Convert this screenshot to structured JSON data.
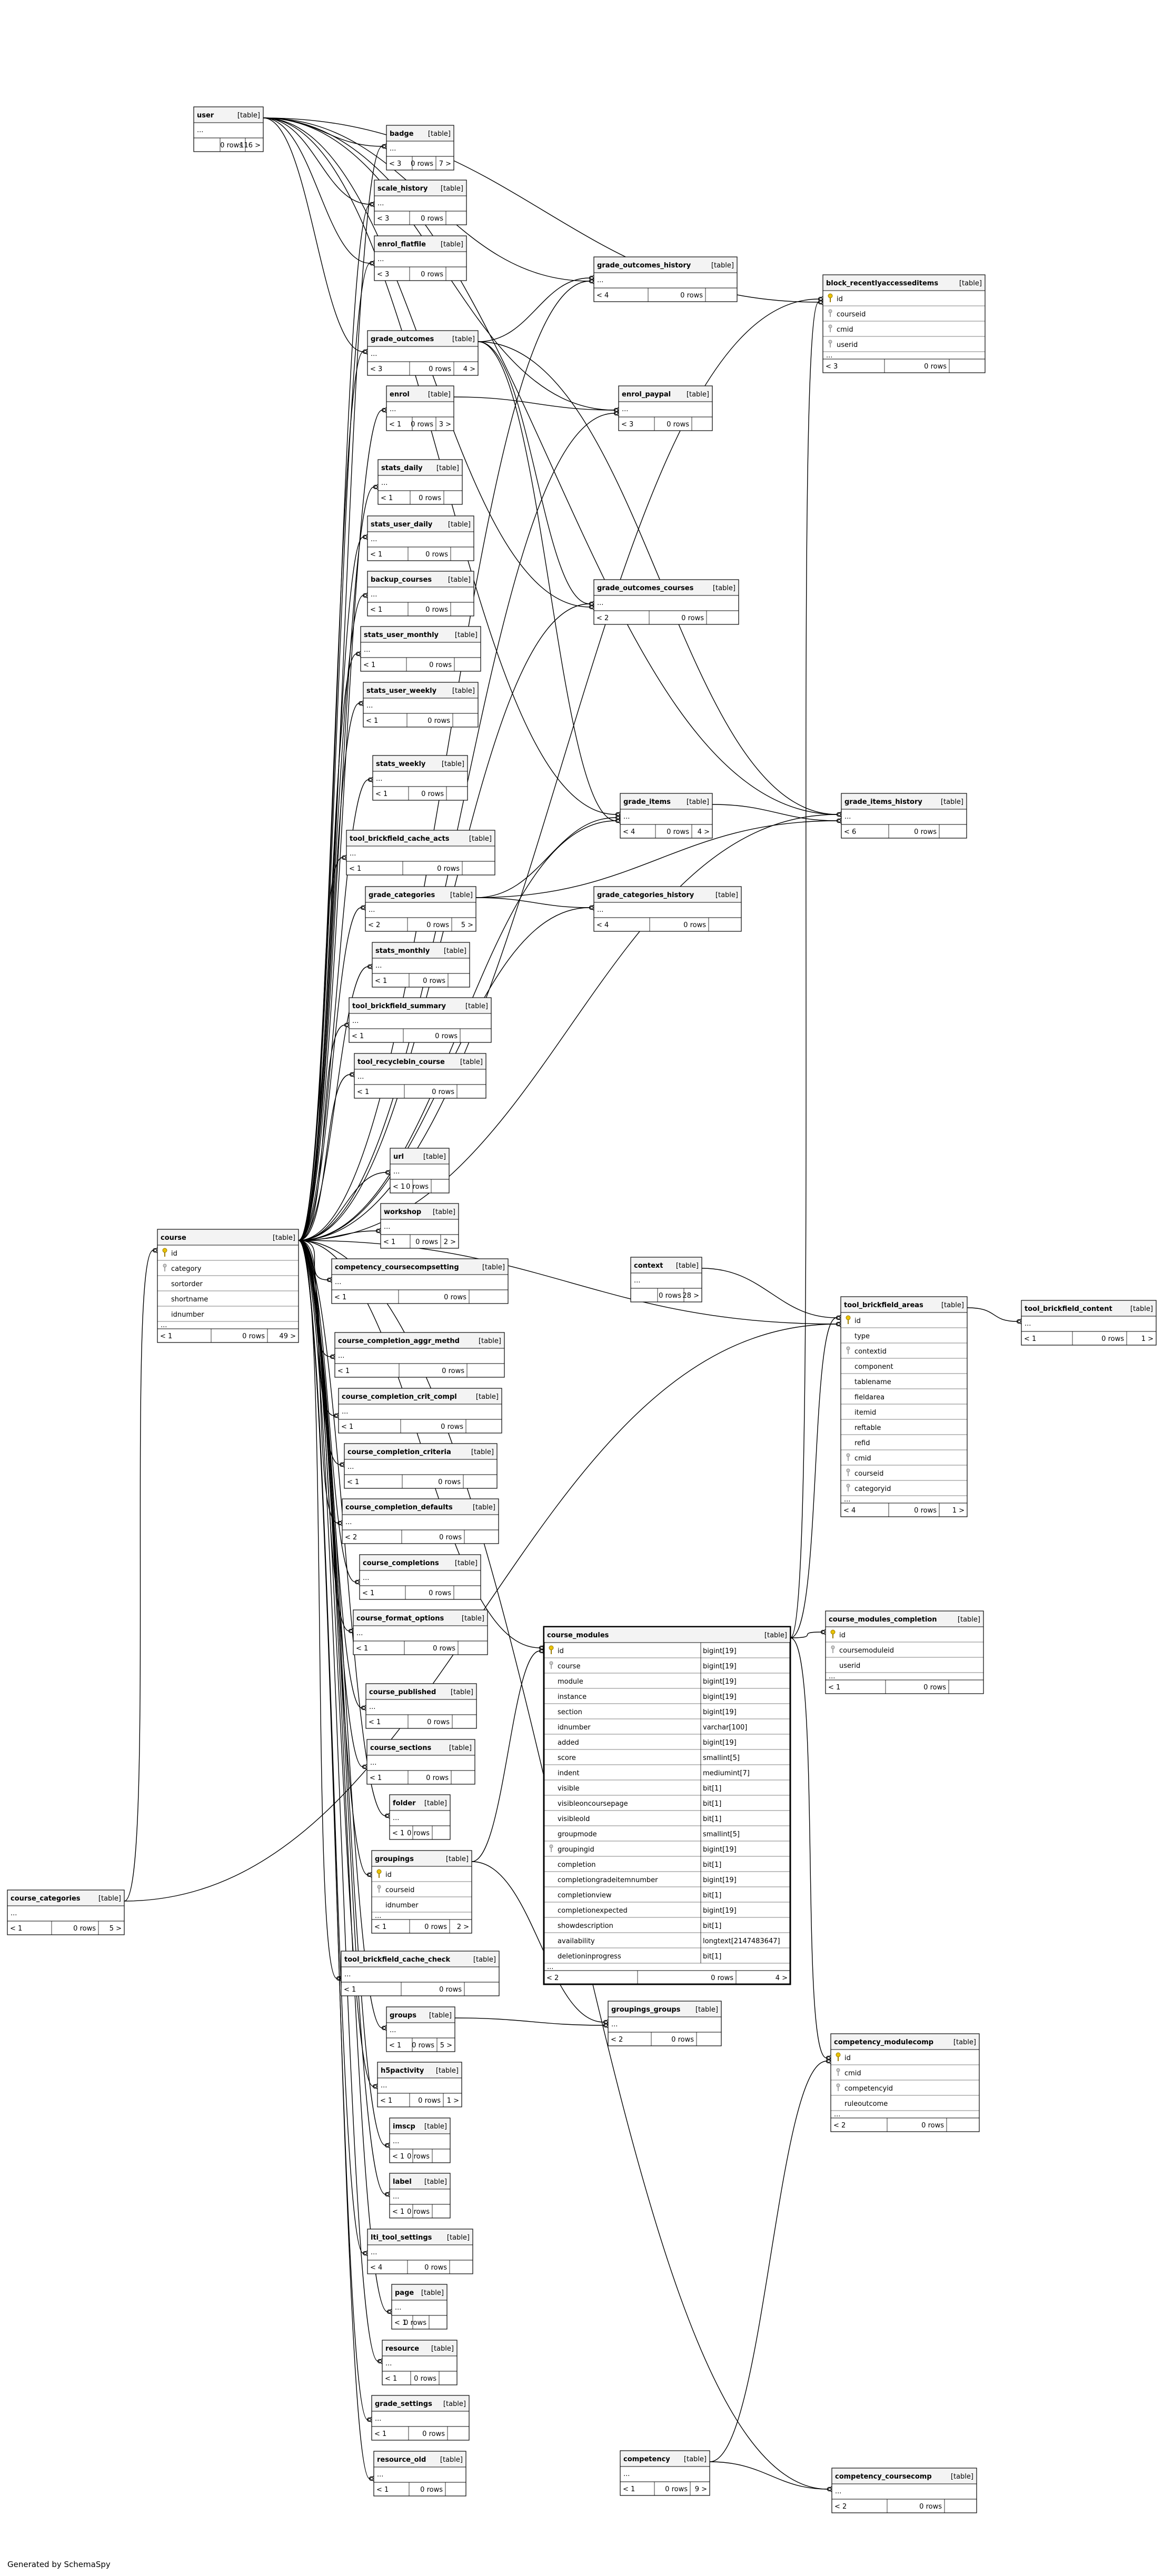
{
  "footer": "Generated by SchemaSpy",
  "tables": [
    {
      "id": "user",
      "name": "user",
      "type": "[table]",
      "stats": {
        "left": "",
        "rows": "0 rows",
        "right": "116 >"
      }
    },
    {
      "id": "badge",
      "name": "badge",
      "type": "[table]",
      "stats": {
        "left": "< 3",
        "rows": "0 rows",
        "right": "7 >"
      }
    },
    {
      "id": "scale_history",
      "name": "scale_history",
      "type": "[table]",
      "stats": {
        "left": "< 3",
        "rows": "0 rows",
        "right": ""
      }
    },
    {
      "id": "enrol_flatfile",
      "name": "enrol_flatfile",
      "type": "[table]",
      "stats": {
        "left": "< 3",
        "rows": "0 rows",
        "right": ""
      }
    },
    {
      "id": "grade_outcomes",
      "name": "grade_outcomes",
      "type": "[table]",
      "stats": {
        "left": "< 3",
        "rows": "0 rows",
        "right": "4 >"
      }
    },
    {
      "id": "enrol",
      "name": "enrol",
      "type": "[table]",
      "stats": {
        "left": "< 1",
        "rows": "0 rows",
        "right": "3 >"
      }
    },
    {
      "id": "stats_daily",
      "name": "stats_daily",
      "type": "[table]",
      "stats": {
        "left": "< 1",
        "rows": "0 rows",
        "right": ""
      }
    },
    {
      "id": "stats_user_daily",
      "name": "stats_user_daily",
      "type": "[table]",
      "stats": {
        "left": "< 1",
        "rows": "0 rows",
        "right": ""
      }
    },
    {
      "id": "backup_courses",
      "name": "backup_courses",
      "type": "[table]",
      "stats": {
        "left": "< 1",
        "rows": "0 rows",
        "right": ""
      }
    },
    {
      "id": "stats_user_monthly",
      "name": "stats_user_monthly",
      "type": "[table]",
      "stats": {
        "left": "< 1",
        "rows": "0 rows",
        "right": ""
      }
    },
    {
      "id": "stats_user_weekly",
      "name": "stats_user_weekly",
      "type": "[table]",
      "stats": {
        "left": "< 1",
        "rows": "0 rows",
        "right": ""
      }
    },
    {
      "id": "stats_weekly",
      "name": "stats_weekly",
      "type": "[table]",
      "stats": {
        "left": "< 1",
        "rows": "0 rows",
        "right": ""
      }
    },
    {
      "id": "tool_brickfield_cache_acts",
      "name": "tool_brickfield_cache_acts",
      "type": "[table]",
      "stats": {
        "left": "< 1",
        "rows": "0 rows",
        "right": ""
      }
    },
    {
      "id": "grade_categories",
      "name": "grade_categories",
      "type": "[table]",
      "stats": {
        "left": "< 2",
        "rows": "0 rows",
        "right": "5 >"
      }
    },
    {
      "id": "stats_monthly",
      "name": "stats_monthly",
      "type": "[table]",
      "stats": {
        "left": "< 1",
        "rows": "0 rows",
        "right": ""
      }
    },
    {
      "id": "tool_brickfield_summary",
      "name": "tool_brickfield_summary",
      "type": "[table]",
      "stats": {
        "left": "< 1",
        "rows": "0 rows",
        "right": ""
      }
    },
    {
      "id": "tool_recyclebin_course",
      "name": "tool_recyclebin_course",
      "type": "[table]",
      "stats": {
        "left": "< 1",
        "rows": "0 rows",
        "right": ""
      }
    },
    {
      "id": "url",
      "name": "url",
      "type": "[table]",
      "stats": {
        "left": "< 1",
        "rows": "0 rows",
        "right": ""
      }
    },
    {
      "id": "workshop",
      "name": "workshop",
      "type": "[table]",
      "stats": {
        "left": "< 1",
        "rows": "0 rows",
        "right": "2 >"
      }
    },
    {
      "id": "competency_coursecompsetting",
      "name": "competency_coursecompsetting",
      "type": "[table]",
      "stats": {
        "left": "< 1",
        "rows": "0 rows",
        "right": ""
      }
    },
    {
      "id": "course_completion_aggr_methd",
      "name": "course_completion_aggr_methd",
      "type": "[table]",
      "stats": {
        "left": "< 1",
        "rows": "0 rows",
        "right": ""
      }
    },
    {
      "id": "course_completion_crit_compl",
      "name": "course_completion_crit_compl",
      "type": "[table]",
      "stats": {
        "left": "< 1",
        "rows": "0 rows",
        "right": ""
      }
    },
    {
      "id": "course_completion_criteria",
      "name": "course_completion_criteria",
      "type": "[table]",
      "stats": {
        "left": "< 1",
        "rows": "0 rows",
        "right": ""
      }
    },
    {
      "id": "course_completion_defaults",
      "name": "course_completion_defaults",
      "type": "[table]",
      "stats": {
        "left": "< 2",
        "rows": "0 rows",
        "right": ""
      }
    },
    {
      "id": "course_completions",
      "name": "course_completions",
      "type": "[table]",
      "stats": {
        "left": "< 1",
        "rows": "0 rows",
        "right": ""
      }
    },
    {
      "id": "course_format_options",
      "name": "course_format_options",
      "type": "[table]",
      "stats": {
        "left": "< 1",
        "rows": "0 rows",
        "right": ""
      }
    },
    {
      "id": "course_published",
      "name": "course_published",
      "type": "[table]",
      "stats": {
        "left": "< 1",
        "rows": "0 rows",
        "right": ""
      }
    },
    {
      "id": "course_sections",
      "name": "course_sections",
      "type": "[table]",
      "stats": {
        "left": "< 1",
        "rows": "0 rows",
        "right": ""
      }
    },
    {
      "id": "folder",
      "name": "folder",
      "type": "[table]",
      "stats": {
        "left": "< 1",
        "rows": "0 rows",
        "right": ""
      }
    },
    {
      "id": "groupings",
      "name": "groupings",
      "type": "[table]",
      "columns": [
        {
          "name": "id",
          "key": "pk"
        },
        {
          "name": "courseid",
          "key": "fk"
        },
        {
          "name": "idnumber",
          "key": ""
        }
      ],
      "stats": {
        "left": "< 1",
        "rows": "0 rows",
        "right": "2 >"
      }
    },
    {
      "id": "tool_brickfield_cache_check",
      "name": "tool_brickfield_cache_check",
      "type": "[table]",
      "stats": {
        "left": "< 1",
        "rows": "0 rows",
        "right": ""
      }
    },
    {
      "id": "groups",
      "name": "groups",
      "type": "[table]",
      "stats": {
        "left": "< 1",
        "rows": "0 rows",
        "right": "5 >"
      }
    },
    {
      "id": "h5pactivity",
      "name": "h5pactivity",
      "type": "[table]",
      "stats": {
        "left": "< 1",
        "rows": "0 rows",
        "right": "1 >"
      }
    },
    {
      "id": "imscp",
      "name": "imscp",
      "type": "[table]",
      "stats": {
        "left": "< 1",
        "rows": "0 rows",
        "right": ""
      }
    },
    {
      "id": "label",
      "name": "label",
      "type": "[table]",
      "stats": {
        "left": "< 1",
        "rows": "0 rows",
        "right": ""
      }
    },
    {
      "id": "lti_tool_settings",
      "name": "lti_tool_settings",
      "type": "[table]",
      "stats": {
        "left": "< 4",
        "rows": "0 rows",
        "right": ""
      }
    },
    {
      "id": "page",
      "name": "page",
      "type": "[table]",
      "stats": {
        "left": "< 1",
        "rows": "0 rows",
        "right": ""
      }
    },
    {
      "id": "resource",
      "name": "resource",
      "type": "[table]",
      "stats": {
        "left": "< 1",
        "rows": "0 rows",
        "right": ""
      }
    },
    {
      "id": "grade_settings",
      "name": "grade_settings",
      "type": "[table]",
      "stats": {
        "left": "< 1",
        "rows": "0 rows",
        "right": ""
      }
    },
    {
      "id": "resource_old",
      "name": "resource_old",
      "type": "[table]",
      "stats": {
        "left": "< 1",
        "rows": "0 rows",
        "right": ""
      }
    },
    {
      "id": "course",
      "name": "course",
      "type": "[table]",
      "columns": [
        {
          "name": "id",
          "key": "pk"
        },
        {
          "name": "category",
          "key": "fk"
        },
        {
          "name": "sortorder",
          "key": ""
        },
        {
          "name": "shortname",
          "key": ""
        },
        {
          "name": "idnumber",
          "key": ""
        }
      ],
      "stats": {
        "left": "< 1",
        "rows": "0 rows",
        "right": "49 >"
      }
    },
    {
      "id": "course_categories",
      "name": "course_categories",
      "type": "[table]",
      "stats": {
        "left": "< 1",
        "rows": "0 rows",
        "right": "5 >"
      }
    },
    {
      "id": "grade_outcomes_history",
      "name": "grade_outcomes_history",
      "type": "[table]",
      "stats": {
        "left": "< 4",
        "rows": "0 rows",
        "right": ""
      }
    },
    {
      "id": "enrol_paypal",
      "name": "enrol_paypal",
      "type": "[table]",
      "stats": {
        "left": "< 3",
        "rows": "0 rows",
        "right": ""
      }
    },
    {
      "id": "grade_outcomes_courses",
      "name": "grade_outcomes_courses",
      "type": "[table]",
      "stats": {
        "left": "< 2",
        "rows": "0 rows",
        "right": ""
      }
    },
    {
      "id": "grade_items",
      "name": "grade_items",
      "type": "[table]",
      "stats": {
        "left": "< 4",
        "rows": "0 rows",
        "right": "4 >"
      }
    },
    {
      "id": "grade_categories_history",
      "name": "grade_categories_history",
      "type": "[table]",
      "stats": {
        "left": "< 4",
        "rows": "0 rows",
        "right": ""
      }
    },
    {
      "id": "context",
      "name": "context",
      "type": "[table]",
      "stats": {
        "left": "",
        "rows": "0 rows",
        "right": "28 >"
      }
    },
    {
      "id": "course_modules",
      "name": "course_modules",
      "type": "[table]",
      "columns": [
        {
          "name": "id",
          "key": "pk",
          "dtype": "bigint[19]"
        },
        {
          "name": "course",
          "key": "fk",
          "dtype": "bigint[19]"
        },
        {
          "name": "module",
          "key": "",
          "dtype": "bigint[19]"
        },
        {
          "name": "instance",
          "key": "",
          "dtype": "bigint[19]"
        },
        {
          "name": "section",
          "key": "",
          "dtype": "bigint[19]"
        },
        {
          "name": "idnumber",
          "key": "",
          "dtype": "varchar[100]"
        },
        {
          "name": "added",
          "key": "",
          "dtype": "bigint[19]"
        },
        {
          "name": "score",
          "key": "",
          "dtype": "smallint[5]"
        },
        {
          "name": "indent",
          "key": "",
          "dtype": "mediumint[7]"
        },
        {
          "name": "visible",
          "key": "",
          "dtype": "bit[1]"
        },
        {
          "name": "visibleoncoursepage",
          "key": "",
          "dtype": "bit[1]"
        },
        {
          "name": "visibleold",
          "key": "",
          "dtype": "bit[1]"
        },
        {
          "name": "groupmode",
          "key": "",
          "dtype": "smallint[5]"
        },
        {
          "name": "groupingid",
          "key": "fk",
          "dtype": "bigint[19]"
        },
        {
          "name": "completion",
          "key": "",
          "dtype": "bit[1]"
        },
        {
          "name": "completiongradeitemnumber",
          "key": "",
          "dtype": "bigint[19]"
        },
        {
          "name": "completionview",
          "key": "",
          "dtype": "bit[1]"
        },
        {
          "name": "completionexpected",
          "key": "",
          "dtype": "bigint[19]"
        },
        {
          "name": "showdescription",
          "key": "",
          "dtype": "bit[1]"
        },
        {
          "name": "availability",
          "key": "",
          "dtype": "longtext[2147483647]"
        },
        {
          "name": "deletioninprogress",
          "key": "",
          "dtype": "bit[1]"
        }
      ],
      "stats": {
        "left": "< 2",
        "rows": "0 rows",
        "right": "4 >"
      }
    },
    {
      "id": "groupings_groups",
      "name": "groupings_groups",
      "type": "[table]",
      "stats": {
        "left": "< 2",
        "rows": "0 rows",
        "right": ""
      }
    },
    {
      "id": "competency",
      "name": "competency",
      "type": "[table]",
      "stats": {
        "left": "< 1",
        "rows": "0 rows",
        "right": "9 >"
      }
    },
    {
      "id": "block_recentlyaccesseditems",
      "name": "block_recentlyaccesseditems",
      "type": "[table]",
      "columns": [
        {
          "name": "id",
          "key": "pk"
        },
        {
          "name": "courseid",
          "key": "fk"
        },
        {
          "name": "cmid",
          "key": "fk"
        },
        {
          "name": "userid",
          "key": "fk"
        }
      ],
      "stats": {
        "left": "< 3",
        "rows": "0 rows",
        "right": ""
      }
    },
    {
      "id": "grade_items_history",
      "name": "grade_items_history",
      "type": "[table]",
      "stats": {
        "left": "< 6",
        "rows": "0 rows",
        "right": ""
      }
    },
    {
      "id": "tool_brickfield_areas",
      "name": "tool_brickfield_areas",
      "type": "[table]",
      "columns": [
        {
          "name": "id",
          "key": "pk"
        },
        {
          "name": "type",
          "key": ""
        },
        {
          "name": "contextid",
          "key": "fk"
        },
        {
          "name": "component",
          "key": ""
        },
        {
          "name": "tablename",
          "key": ""
        },
        {
          "name": "fieldarea",
          "key": ""
        },
        {
          "name": "itemid",
          "key": ""
        },
        {
          "name": "reftable",
          "key": ""
        },
        {
          "name": "refid",
          "key": ""
        },
        {
          "name": "cmid",
          "key": "fk"
        },
        {
          "name": "courseid",
          "key": "fk"
        },
        {
          "name": "categoryid",
          "key": "fk"
        }
      ],
      "stats": {
        "left": "< 4",
        "rows": "0 rows",
        "right": "1 >"
      }
    },
    {
      "id": "tool_brickfield_content",
      "name": "tool_brickfield_content",
      "type": "[table]",
      "stats": {
        "left": "< 1",
        "rows": "0 rows",
        "right": "1 >"
      }
    },
    {
      "id": "course_modules_completion",
      "name": "course_modules_completion",
      "type": "[table]",
      "columns": [
        {
          "name": "id",
          "key": "pk"
        },
        {
          "name": "coursemoduleid",
          "key": "fk"
        },
        {
          "name": "userid",
          "key": ""
        }
      ],
      "stats": {
        "left": "< 1",
        "rows": "0 rows",
        "right": ""
      }
    },
    {
      "id": "competency_modulecomp",
      "name": "competency_modulecomp",
      "type": "[table]",
      "columns": [
        {
          "name": "id",
          "key": "pk"
        },
        {
          "name": "cmid",
          "key": "fk"
        },
        {
          "name": "competencyid",
          "key": "fk"
        },
        {
          "name": "ruleoutcome",
          "key": ""
        }
      ],
      "stats": {
        "left": "< 2",
        "rows": "0 rows",
        "right": ""
      }
    },
    {
      "id": "competency_coursecomp",
      "name": "competency_coursecomp",
      "type": "[table]",
      "stats": {
        "left": "< 2",
        "rows": "0 rows",
        "right": ""
      }
    }
  ]
}
